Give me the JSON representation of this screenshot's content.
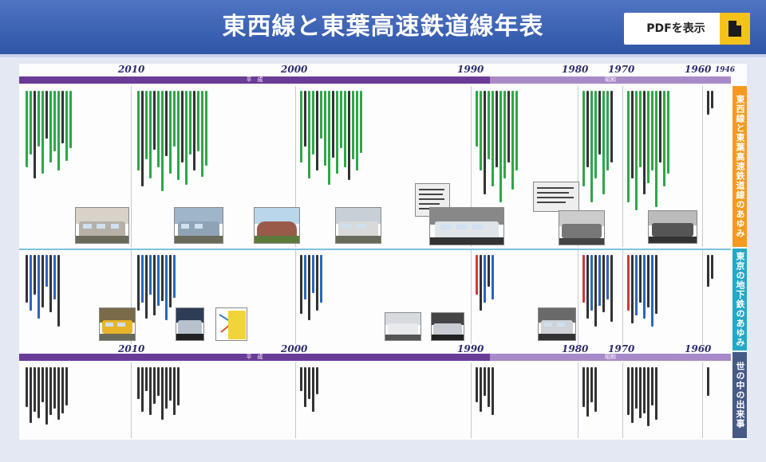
{
  "header": {
    "title": "東西線と東葉高速鉄道線年表",
    "pdf_button_label": "PDFを表示",
    "pdf_icon": "document-icon",
    "accent": "#f4c21b",
    "bar_color": "#3a60b3"
  },
  "timeline": {
    "top_years": [
      "2010",
      "2000",
      "1990",
      "1980",
      "1970",
      "1960",
      "1946"
    ],
    "bottom_years": [
      "2010",
      "2000",
      "1990",
      "1980",
      "1970",
      "1960"
    ],
    "era_heisei": "平　成",
    "era_showa": "昭和"
  },
  "sections": {
    "tozai": "東西線と東葉高速鉄道線のあゆみ",
    "tokyo_metro": "東京の地下鉄のあゆみ",
    "world": "世の中の出来事"
  },
  "colors": {
    "heisei": "#6b3c97",
    "showa": "#a88ac9",
    "tozai_section": "#f39a1f",
    "metro_section": "#27a7c8",
    "world_section": "#475a86",
    "text_green": "#2fa64a",
    "text_blue": "#2c66b8"
  }
}
